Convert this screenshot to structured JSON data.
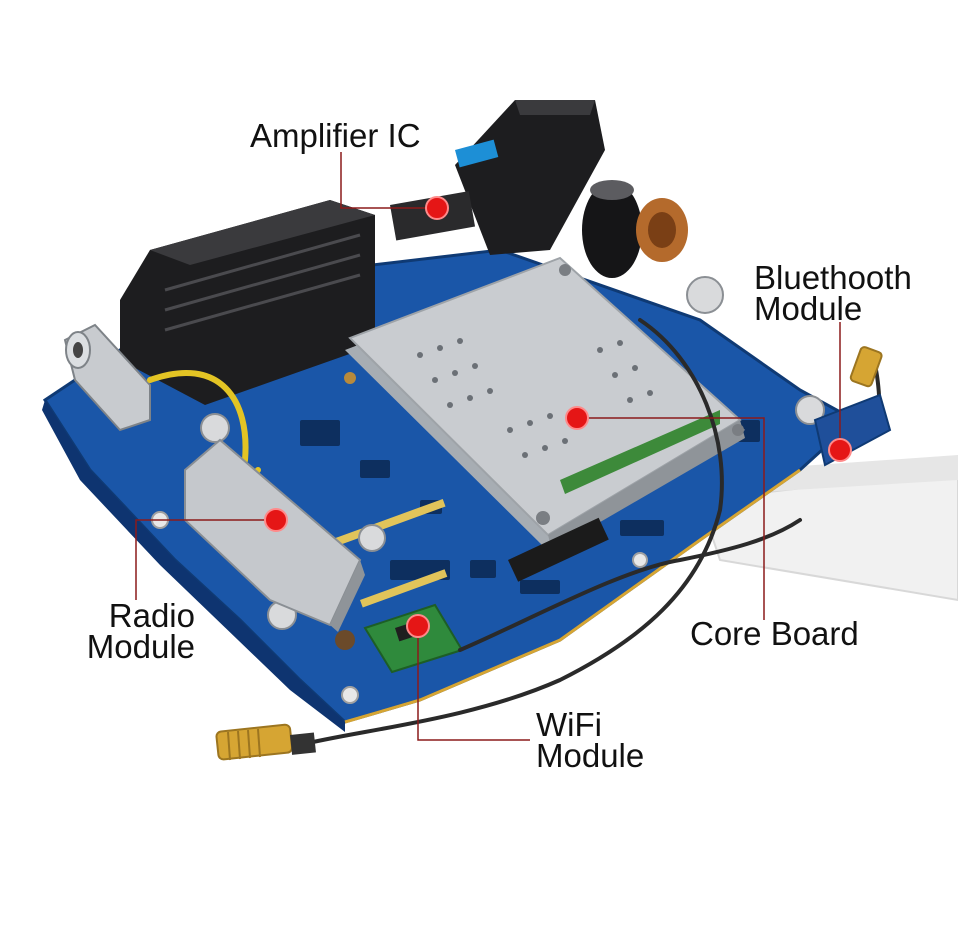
{
  "colors": {
    "pcb": "#1a56a8",
    "pcb_dark": "#123f82",
    "heatsink": "#c9ccd0",
    "heatsink_shadow": "#9ea3a8",
    "connector": "#1d1d1f",
    "gold": "#d6a533",
    "callout_line": "#8b1a1a",
    "callout_dot": "#e51616",
    "label_text": "#111111"
  },
  "labels": {
    "amplifier_ic": "Amplifier IC",
    "bluetooth_line1": "Bluethooth",
    "bluetooth_line2": "Module",
    "core_board": "Core Board",
    "radio_line1": "Radio",
    "radio_line2": "Module",
    "wifi_line1": "WiFi",
    "wifi_line2": "Module"
  }
}
